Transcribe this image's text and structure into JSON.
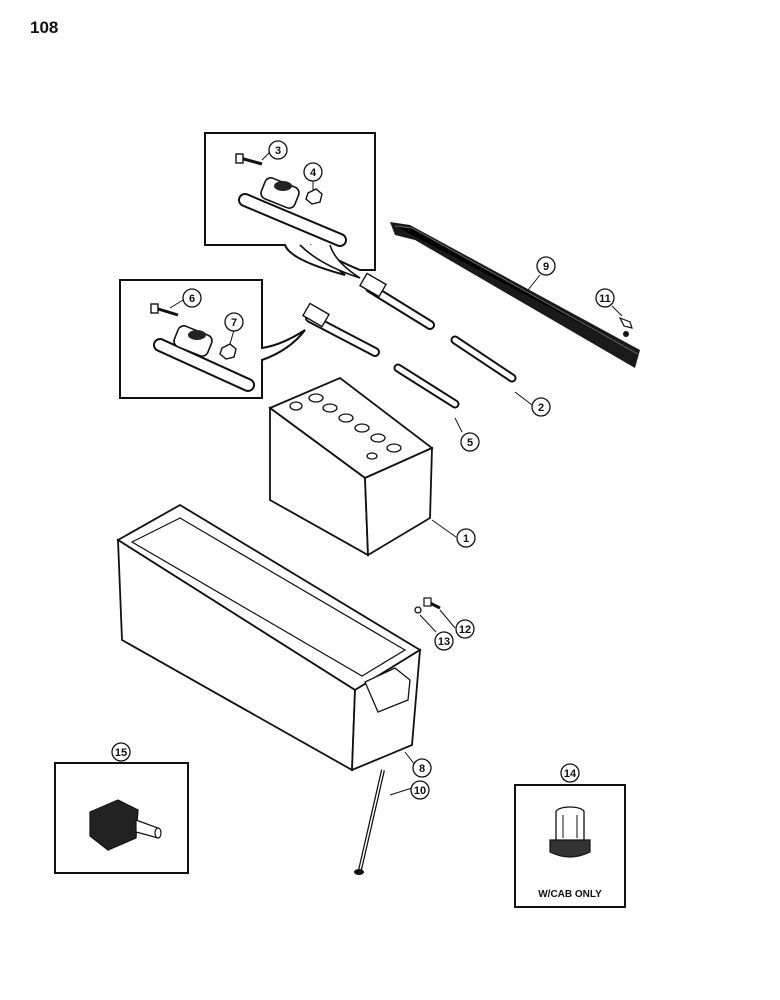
{
  "page": {
    "number": "108"
  },
  "callouts": {
    "c1": "1",
    "c2": "2",
    "c3": "3",
    "c4": "4",
    "c5": "5",
    "c6": "6",
    "c7": "7",
    "c8": "8",
    "c9": "9",
    "c10": "10",
    "c11": "11",
    "c12": "12",
    "c13": "13",
    "c14": "14",
    "c15": "15"
  },
  "notes": {
    "cab_only": "W/CAB ONLY"
  }
}
